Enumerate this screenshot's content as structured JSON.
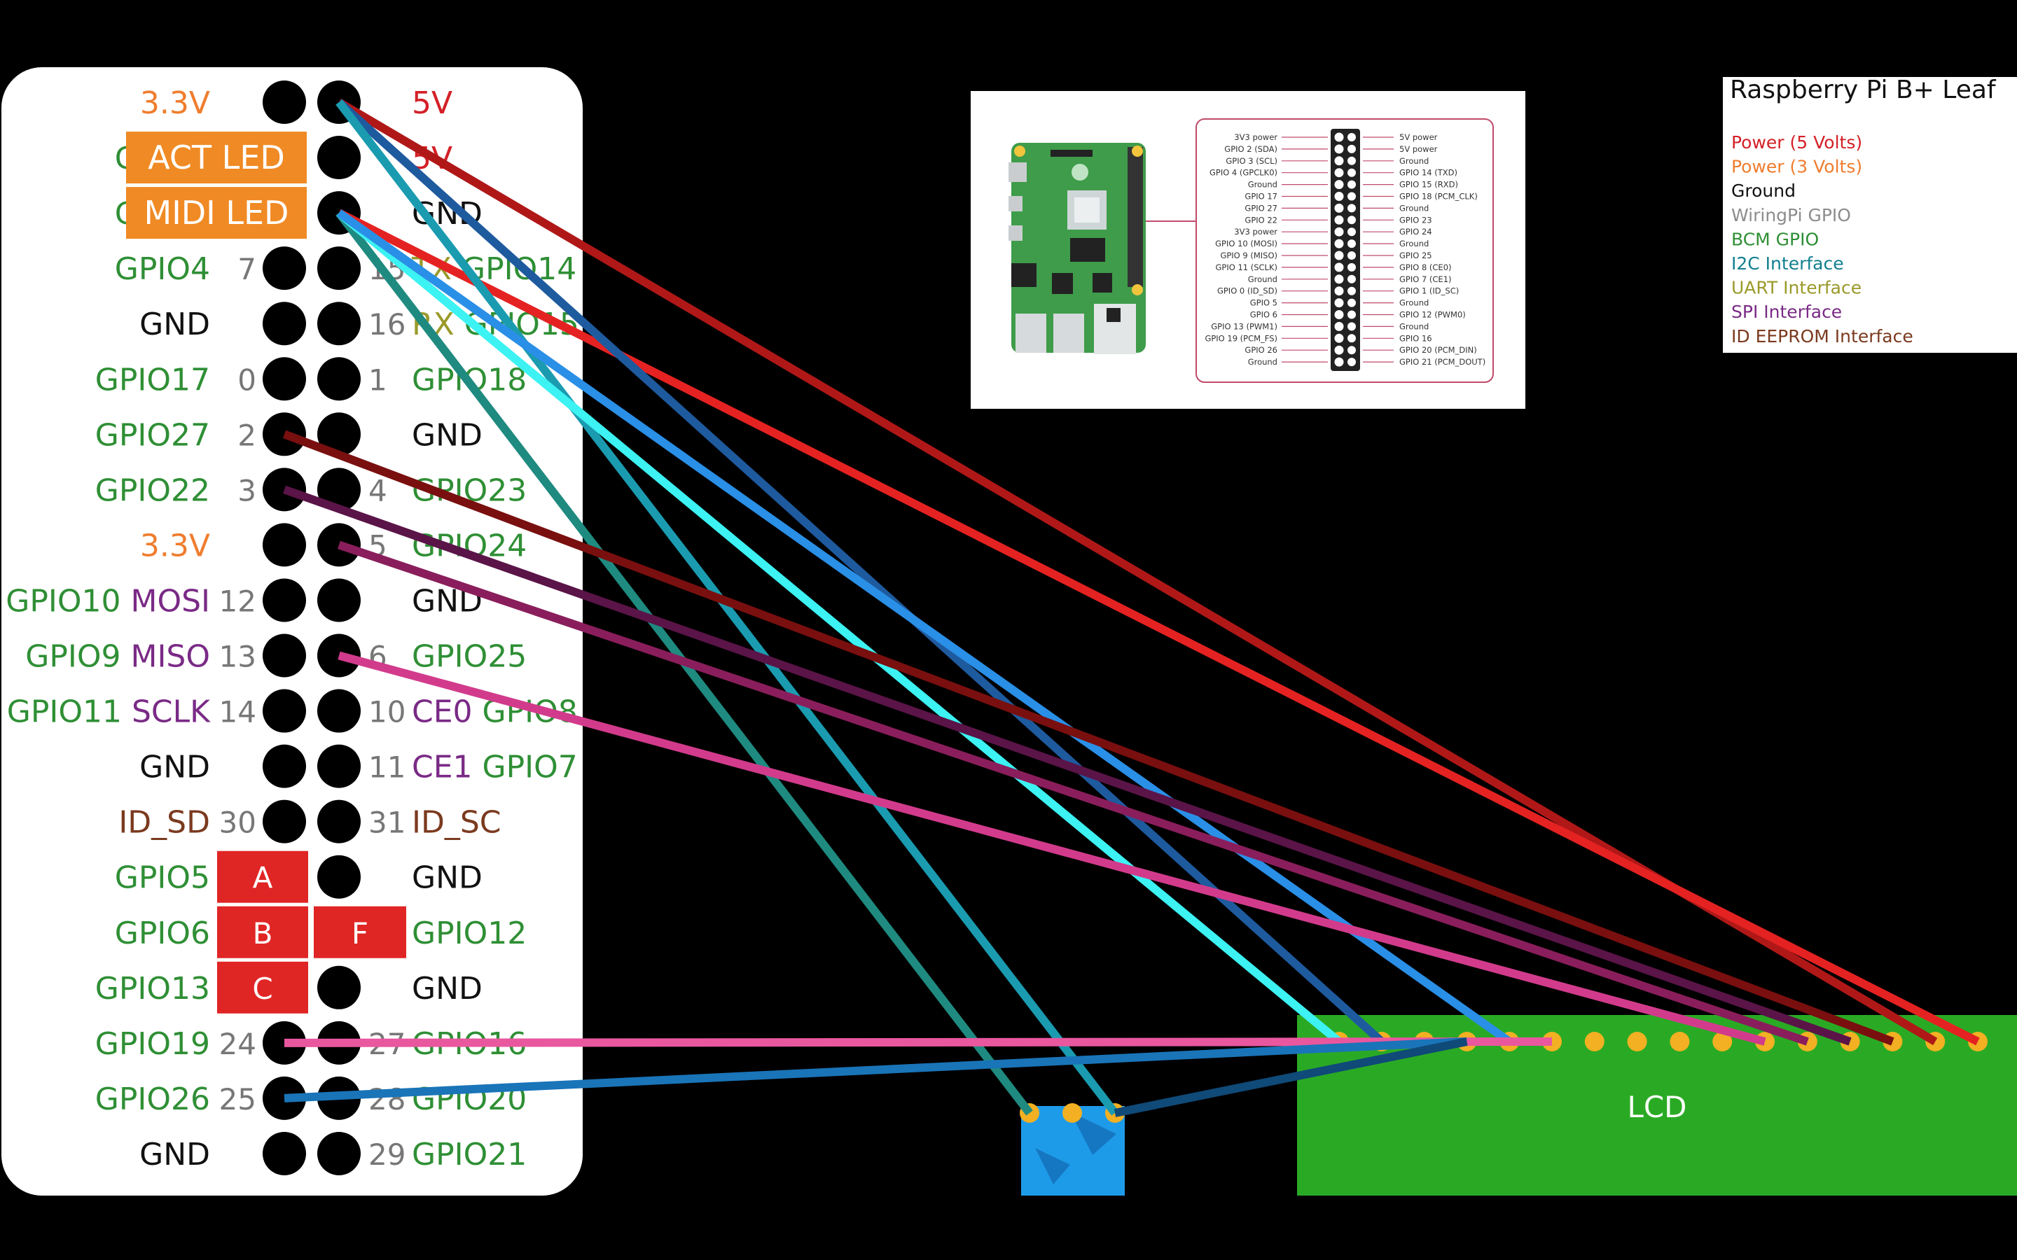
{
  "colors": {
    "power5v": "#d42027",
    "power3v": "#ef7d2e",
    "ground": "#111111",
    "wiringpi": "#8c8c8c",
    "bcm": "#2f8f35",
    "i2c": "#137f8f",
    "uart": "#9a9a2a",
    "spi": "#7a2a86",
    "eeprom": "#7b3a1f",
    "wiringpi_num": "#777777",
    "orange_tag": "#f08a24",
    "red_tag": "#e02525",
    "lcd_green": "#2aaa24",
    "pad_yellow": "#f2b022",
    "encoder_blue": "#1e9be8"
  },
  "header_rows": [
    {
      "left_parts": [
        {
          "t": "3.3V",
          "c": "power3v"
        }
      ],
      "left_num": "",
      "right_num": "",
      "right_parts": [
        {
          "t": "5V",
          "c": "power5v"
        }
      ]
    },
    {
      "left_parts": [
        {
          "t": "GPIO2",
          "c": "bcm"
        }
      ],
      "left_num": "",
      "right_num": "",
      "right_parts": [
        {
          "t": "5V",
          "c": "power5v"
        }
      ]
    },
    {
      "left_parts": [
        {
          "t": "GPIO3",
          "c": "bcm"
        }
      ],
      "left_num": "",
      "right_num": "",
      "right_parts": [
        {
          "t": "GND",
          "c": "ground"
        }
      ]
    },
    {
      "left_parts": [
        {
          "t": "GPIO4",
          "c": "bcm"
        }
      ],
      "left_num": "7",
      "right_num": "15",
      "right_parts": [
        {
          "t": "TX ",
          "c": "uart"
        },
        {
          "t": "GPIO14",
          "c": "bcm"
        }
      ]
    },
    {
      "left_parts": [
        {
          "t": "GND",
          "c": "ground"
        }
      ],
      "left_num": "",
      "right_num": "16",
      "right_parts": [
        {
          "t": "RX ",
          "c": "uart"
        },
        {
          "t": "GPIO15",
          "c": "bcm"
        }
      ]
    },
    {
      "left_parts": [
        {
          "t": "GPIO17",
          "c": "bcm"
        }
      ],
      "left_num": "0",
      "right_num": "1",
      "right_parts": [
        {
          "t": "GPIO18",
          "c": "bcm"
        }
      ]
    },
    {
      "left_parts": [
        {
          "t": "GPIO27",
          "c": "bcm"
        }
      ],
      "left_num": "2",
      "right_num": "",
      "right_parts": [
        {
          "t": "GND",
          "c": "ground"
        }
      ]
    },
    {
      "left_parts": [
        {
          "t": "GPIO22",
          "c": "bcm"
        }
      ],
      "left_num": "3",
      "right_num": "4",
      "right_parts": [
        {
          "t": "GPIO23",
          "c": "bcm"
        }
      ]
    },
    {
      "left_parts": [
        {
          "t": "3.3V",
          "c": "power3v"
        }
      ],
      "left_num": "",
      "right_num": "5",
      "right_parts": [
        {
          "t": "GPIO24",
          "c": "bcm"
        }
      ]
    },
    {
      "left_parts": [
        {
          "t": "GPIO10 ",
          "c": "bcm"
        },
        {
          "t": "MOSI",
          "c": "spi"
        }
      ],
      "left_num": "12",
      "right_num": "",
      "right_parts": [
        {
          "t": "GND",
          "c": "ground"
        }
      ]
    },
    {
      "left_parts": [
        {
          "t": "GPIO9 ",
          "c": "bcm"
        },
        {
          "t": "MISO",
          "c": "spi"
        }
      ],
      "left_num": "13",
      "right_num": "6",
      "right_parts": [
        {
          "t": "GPIO25",
          "c": "bcm"
        }
      ]
    },
    {
      "left_parts": [
        {
          "t": "GPIO11 ",
          "c": "bcm"
        },
        {
          "t": "SCLK",
          "c": "spi"
        }
      ],
      "left_num": "14",
      "right_num": "10",
      "right_parts": [
        {
          "t": "CE0 ",
          "c": "spi"
        },
        {
          "t": "GPIO8",
          "c": "bcm"
        }
      ]
    },
    {
      "left_parts": [
        {
          "t": "GND",
          "c": "ground"
        }
      ],
      "left_num": "",
      "right_num": "11",
      "right_parts": [
        {
          "t": "CE1 ",
          "c": "spi"
        },
        {
          "t": "GPIO7",
          "c": "bcm"
        }
      ]
    },
    {
      "left_parts": [
        {
          "t": "ID_SD",
          "c": "eeprom"
        }
      ],
      "left_num": "30",
      "right_num": "31",
      "right_parts": [
        {
          "t": "ID_SC",
          "c": "eeprom"
        }
      ]
    },
    {
      "left_parts": [
        {
          "t": "GPIO5",
          "c": "bcm"
        }
      ],
      "left_num": "",
      "right_num": "",
      "right_parts": [
        {
          "t": "GND",
          "c": "ground"
        }
      ]
    },
    {
      "left_parts": [
        {
          "t": "GPIO6",
          "c": "bcm"
        }
      ],
      "left_num": "",
      "right_num": "",
      "right_parts": [
        {
          "t": "GPIO12",
          "c": "bcm"
        }
      ]
    },
    {
      "left_parts": [
        {
          "t": "GPIO13",
          "c": "bcm"
        }
      ],
      "left_num": "",
      "right_num": "",
      "right_parts": [
        {
          "t": "GND",
          "c": "ground"
        }
      ]
    },
    {
      "left_parts": [
        {
          "t": "GPIO19",
          "c": "bcm"
        }
      ],
      "left_num": "24",
      "right_num": "27",
      "right_parts": [
        {
          "t": "GPIO16",
          "c": "bcm"
        }
      ]
    },
    {
      "left_parts": [
        {
          "t": "GPIO26",
          "c": "bcm"
        }
      ],
      "left_num": "25",
      "right_num": "28",
      "right_parts": [
        {
          "t": "GPIO20",
          "c": "bcm"
        }
      ]
    },
    {
      "left_parts": [
        {
          "t": "GND",
          "c": "ground"
        }
      ],
      "left_num": "",
      "right_num": "29",
      "right_parts": [
        {
          "t": "GPIO21",
          "c": "bcm"
        }
      ]
    }
  ],
  "tags": [
    {
      "text": "ACT LED",
      "row": 1,
      "side": "left",
      "color": "orange_tag"
    },
    {
      "text": "MIDI LED",
      "row": 2,
      "side": "left",
      "color": "orange_tag"
    },
    {
      "text": "A",
      "row": 14,
      "side": "left",
      "color": "red_tag"
    },
    {
      "text": "B",
      "row": 15,
      "side": "left",
      "color": "red_tag"
    },
    {
      "text": "F",
      "row": 15,
      "side": "right",
      "color": "red_tag"
    },
    {
      "text": "C",
      "row": 16,
      "side": "left",
      "color": "red_tag"
    }
  ],
  "legend": {
    "title": "Raspberry Pi B+ Leaf",
    "items": [
      {
        "text": "Power (5 Volts)",
        "color": "#d42027"
      },
      {
        "text": "Power (3 Volts)",
        "color": "#ef7d2e"
      },
      {
        "text": "Ground",
        "color": "#111111"
      },
      {
        "text": "WiringPi GPIO",
        "color": "#8c8c8c"
      },
      {
        "text": "BCM GPIO",
        "color": "#2f8f35"
      },
      {
        "text": "I2C Interface",
        "color": "#137f8f"
      },
      {
        "text": "UART Interface",
        "color": "#9a9a2a"
      },
      {
        "text": "SPI Interface",
        "color": "#7a2a86"
      },
      {
        "text": "ID EEPROM Interface",
        "color": "#7b3a1f"
      }
    ]
  },
  "reference": {
    "left_labels": [
      "3V3 power",
      "GPIO 2 (SDA)",
      "GPIO 3 (SCL)",
      "GPIO 4 (GPCLK0)",
      "Ground",
      "GPIO 17",
      "GPIO 27",
      "GPIO 22",
      "3V3 power",
      "GPIO 10 (MOSI)",
      "GPIO 9 (MISO)",
      "GPIO 11 (SCLK)",
      "Ground",
      "GPIO 0 (ID_SD)",
      "GPIO 5",
      "GPIO 6",
      "GPIO 13 (PWM1)",
      "GPIO 19 (PCM_FS)",
      "GPIO 26",
      "Ground"
    ],
    "right_labels": [
      "5V power",
      "5V power",
      "Ground",
      "GPIO 14 (TXD)",
      "GPIO 15 (RXD)",
      "GPIO 18 (PCM_CLK)",
      "Ground",
      "GPIO 23",
      "GPIO 24",
      "Ground",
      "GPIO 25",
      "GPIO 8 (CE0)",
      "GPIO 7 (CE1)",
      "GPIO 1 (ID_SC)",
      "Ground",
      "GPIO 12 (PWM0)",
      "Ground",
      "GPIO 16",
      "GPIO 20 (PCM_DIN)",
      "GPIO 21 (PCM_DOUT)"
    ]
  },
  "lcd": {
    "label": "LCD",
    "pad_count": 16
  },
  "encoder": {
    "pad_count": 3
  },
  "wires": [
    {
      "color": "#b01818",
      "from": {
        "row": 0,
        "side": "right"
      },
      "to": {
        "type": "lcd",
        "pad": 14
      }
    },
    {
      "color": "#e52222",
      "from": {
        "row": 2,
        "side": "right"
      },
      "to": {
        "type": "lcd",
        "pad": 15
      }
    },
    {
      "color": "#1e5a9e",
      "from": {
        "row": 0,
        "side": "right"
      },
      "to": {
        "type": "lcd",
        "pad": 1
      }
    },
    {
      "color": "#1a9bb0",
      "from": {
        "row": 0,
        "side": "right"
      },
      "to": {
        "type": "encoder",
        "pad": 2
      }
    },
    {
      "color": "#1f8a80",
      "from": {
        "row": 2,
        "side": "right"
      },
      "to": {
        "type": "encoder",
        "pad": 0
      }
    },
    {
      "color": "#3cf2f2",
      "from": {
        "row": 2,
        "side": "right"
      },
      "to": {
        "type": "lcd",
        "pad": 0
      }
    },
    {
      "color": "#2a8fe6",
      "from": {
        "row": 2,
        "side": "right"
      },
      "to": {
        "type": "lcd",
        "pad": 4
      }
    },
    {
      "color": "#7a0f0f",
      "from": {
        "row": 6,
        "side": "left"
      },
      "to": {
        "type": "lcd",
        "pad": 13
      }
    },
    {
      "color": "#5a1448",
      "from": {
        "row": 7,
        "side": "left"
      },
      "to": {
        "type": "lcd",
        "pad": 12
      }
    },
    {
      "color": "#8a1e5c",
      "from": {
        "row": 8,
        "side": "right"
      },
      "to": {
        "type": "lcd",
        "pad": 11
      }
    },
    {
      "color": "#d23b8c",
      "from": {
        "row": 10,
        "side": "right"
      },
      "to": {
        "type": "lcd",
        "pad": 10
      }
    },
    {
      "color": "#e9579f",
      "from": {
        "row": 17,
        "side": "left"
      },
      "to": {
        "type": "lcd",
        "pad": 5
      }
    },
    {
      "color": "#1a74b8",
      "from": {
        "row": 18,
        "side": "left"
      },
      "to": {
        "type": "lcd",
        "pad": 3
      }
    },
    {
      "color": "#0f4a78",
      "from": {
        "type": "encoder",
        "pad": 2
      },
      "to": {
        "type": "lcd",
        "pad": 3
      }
    }
  ]
}
